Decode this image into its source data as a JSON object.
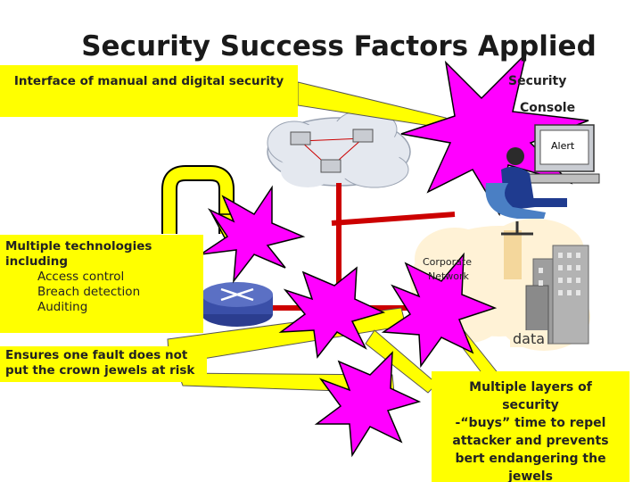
{
  "title": "Security Success Factors Applied",
  "callouts": {
    "interface": "Interface of manual and digital security",
    "technologies_heading_1": "Multiple technologies",
    "technologies_heading_2": "including",
    "technologies_items": [
      "Access control",
      "Breach detection",
      "Auditing"
    ],
    "fault_1": "Ensures one fault does not",
    "fault_2": "put the crown jewels at risk",
    "layers_1": "Multiple layers of",
    "layers_2": "security",
    "layers_3": "-“buys” time to repel",
    "layers_4": "attacker and prevents",
    "layers_5": "bert endangering the",
    "layers_6": "jewels"
  },
  "labels": {
    "security_console_1": "Security",
    "security_console_2": "Console",
    "alert": "Alert",
    "corporate_network_1": "Corporate",
    "corporate_network_2": "Network",
    "data": "data"
  },
  "colors": {
    "callout": "#ffff00",
    "burst": "#ff00ff",
    "link": "#cc0000",
    "router": "#3a4fa8"
  }
}
